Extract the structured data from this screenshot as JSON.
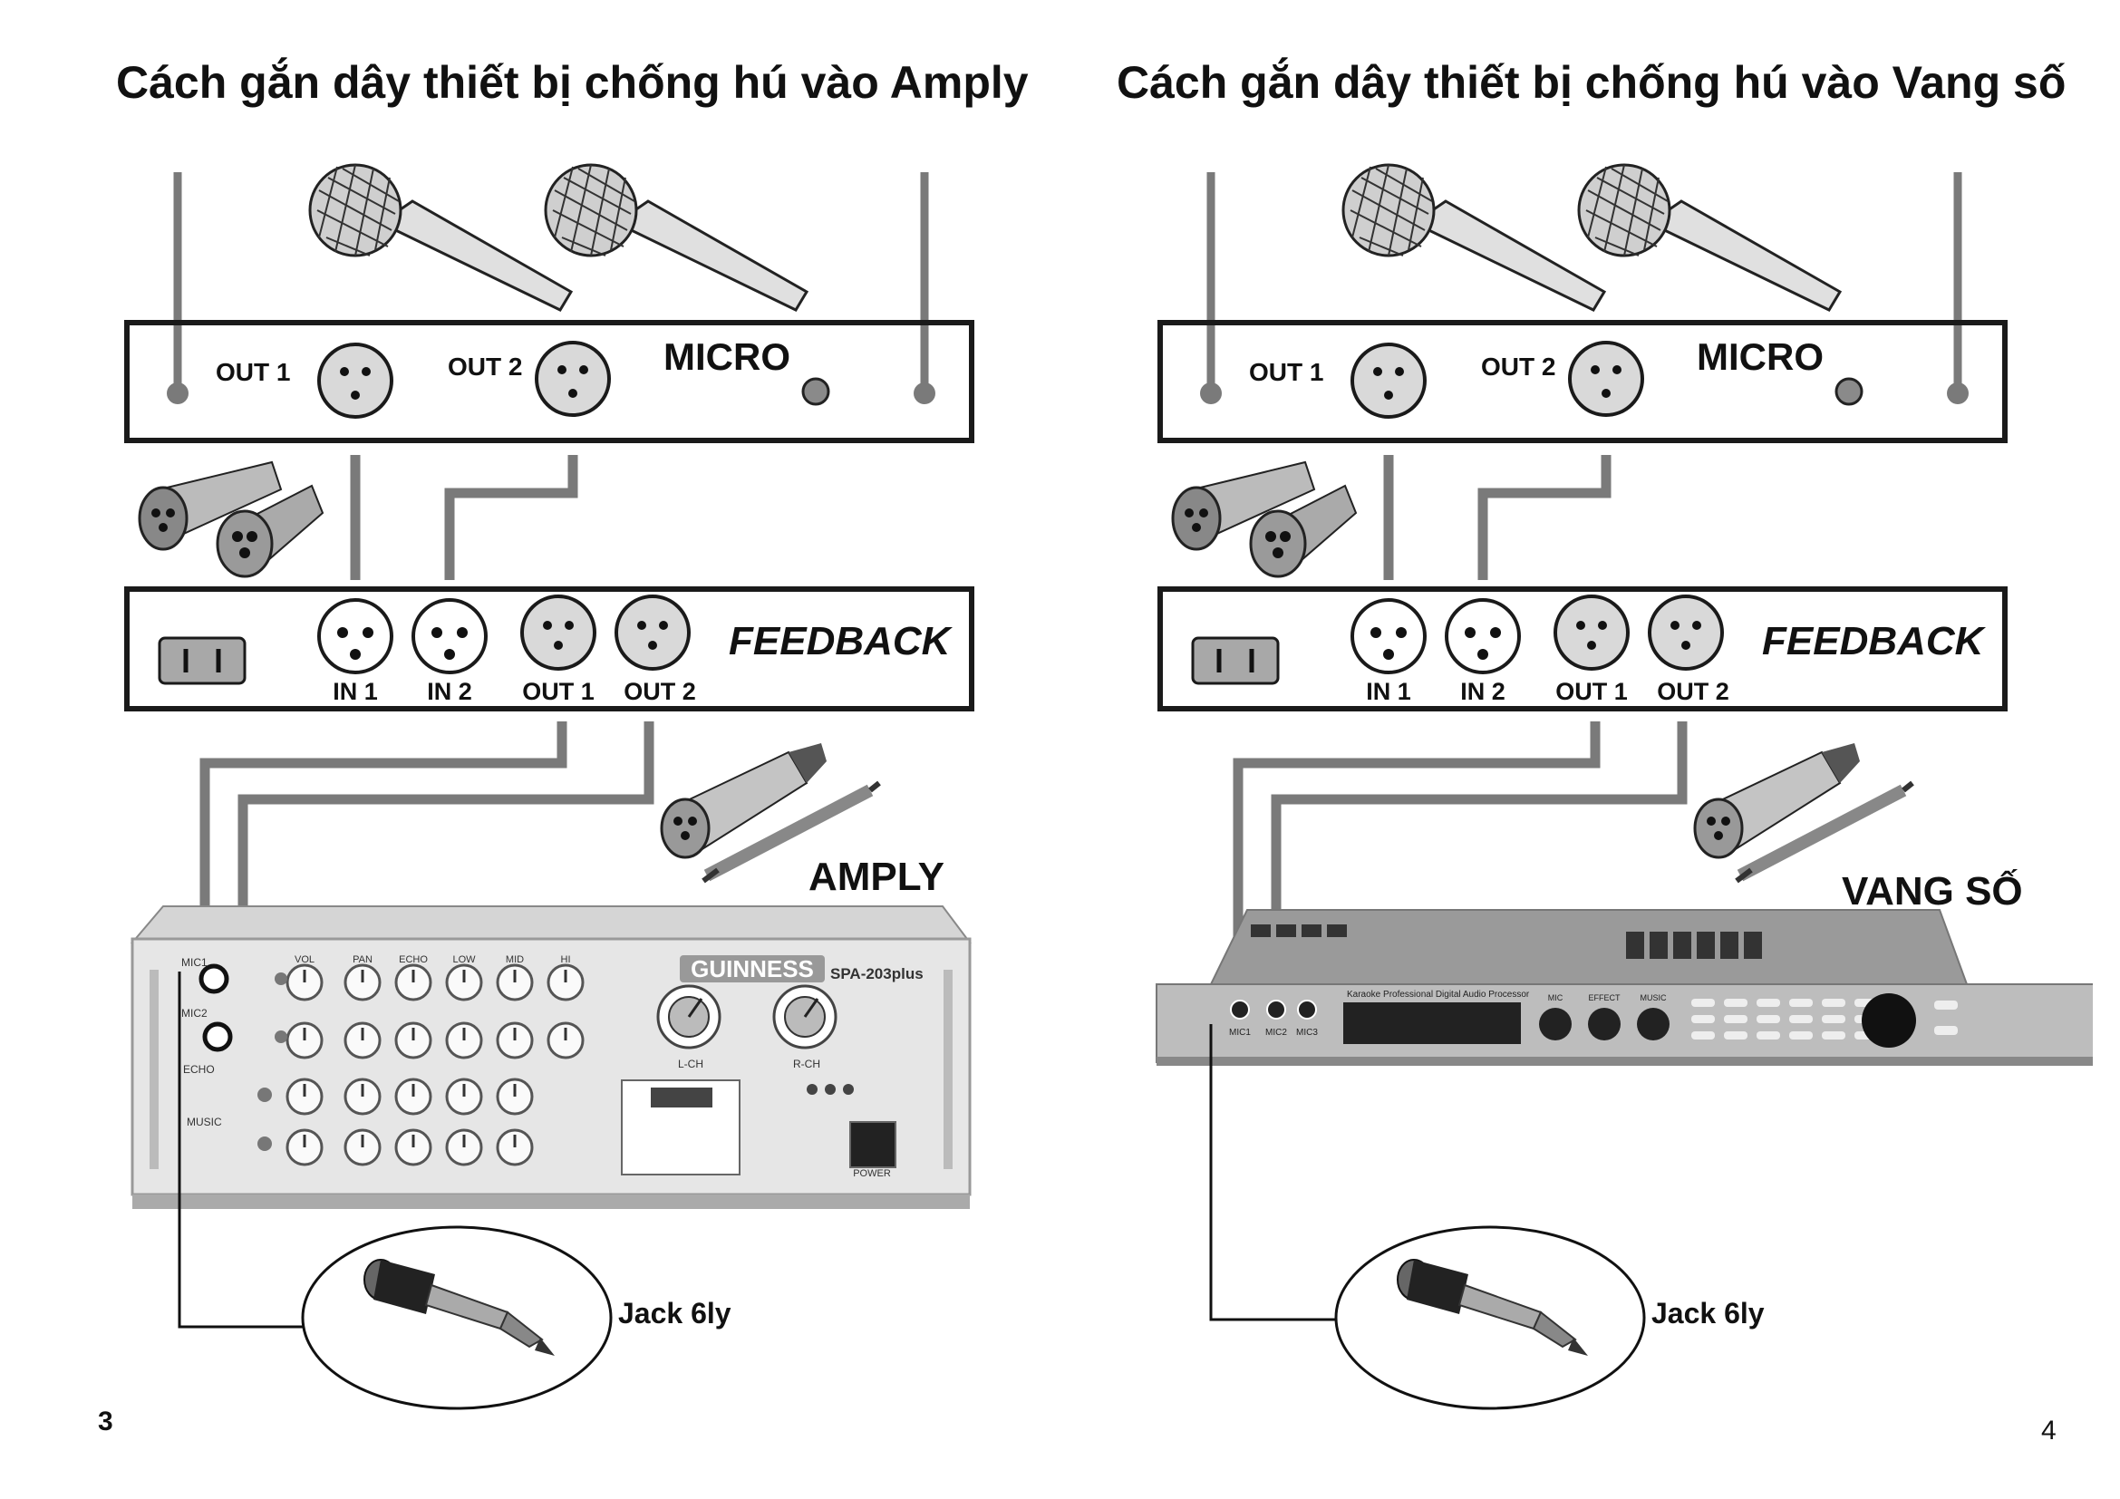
{
  "pages": [
    {
      "title": "Cách gắn dây thiết bị chống hú vào Amply",
      "micro_label": "MICRO",
      "micro_out1": "OUT 1",
      "micro_out2": "OUT 2",
      "feedback_label": "FEEDBACK",
      "fb_in1": "IN 1",
      "fb_in2": "IN 2",
      "fb_out1": "OUT 1",
      "fb_out2": "OUT 2",
      "device_label": "AMPLY",
      "brand": "GUINNESS",
      "model": "SPA-203plus",
      "amp_row_labels": [
        "MIC1",
        "MIC2",
        "ECHO",
        "MUSIC"
      ],
      "amp_knob_labels": [
        "VOL",
        "PAN",
        "ECHO",
        "LOW",
        "MID",
        "HI"
      ],
      "amp_ch_labels": [
        "L-CH",
        "R-CH"
      ],
      "amp_power": "POWER",
      "jack_label": "Jack 6ly",
      "page_number": "3"
    },
    {
      "title": "Cách gắn dây thiết bị chống hú vào Vang số",
      "micro_label": "MICRO",
      "micro_out1": "OUT 1",
      "micro_out2": "OUT 2",
      "feedback_label": "FEEDBACK",
      "fb_in1": "IN 1",
      "fb_in2": "IN 2",
      "fb_out1": "OUT 1",
      "fb_out2": "OUT 2",
      "device_label": "VANG SỐ",
      "vang_title": "Karaoke Professional Digital Audio Processor",
      "vang_mic_labels": [
        "MIC1",
        "MIC2",
        "MIC3"
      ],
      "vang_knob_labels": [
        "MIC",
        "EFFECT",
        "MUSIC"
      ],
      "jack_label": "Jack 6ly",
      "page_number": "4"
    }
  ],
  "colors": {
    "cable": "#7a7a7a",
    "panel_border": "#1a1a1a",
    "connector_fill": "#d9d9d9",
    "device_body": "#e6e6e6",
    "rack_body": "#bdbdbd"
  },
  "icons": [
    "microphone-icon",
    "xlr-connector-icon",
    "xlr-plug-pair-icon",
    "xlr-to-jack-cable-icon",
    "jack-6ly-adapter-icon",
    "power-socket-icon"
  ]
}
